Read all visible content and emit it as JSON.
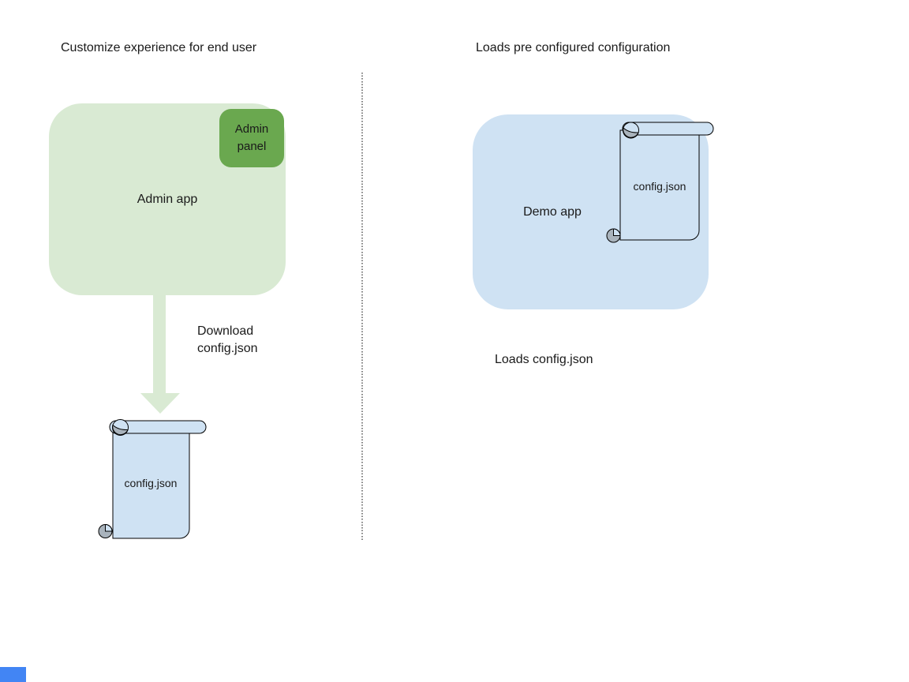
{
  "colors": {
    "admin_app_fill": "#d9ead3",
    "admin_panel_fill": "#6aa84f",
    "arrow_fill": "#d9ead3",
    "demo_app_fill": "#cfe2f3",
    "scroll_fill": "#cfe2f3",
    "scroll_curl_gray": "#a9b3bc",
    "outline": "#000000",
    "divider_dots": "#808080",
    "text": "#1a1a1a",
    "corner_rect_blue": "#4285f4"
  },
  "left": {
    "title": "Customize experience for end user",
    "admin_app_label": "Admin app",
    "admin_panel_label": "Admin panel",
    "download_lines": [
      "Download",
      "config.json"
    ],
    "scroll_label": "config.json"
  },
  "right": {
    "title": "Loads pre configured configuration",
    "demo_app_label": "Demo app",
    "scroll_label": "config.json",
    "caption": "Loads config.json"
  }
}
